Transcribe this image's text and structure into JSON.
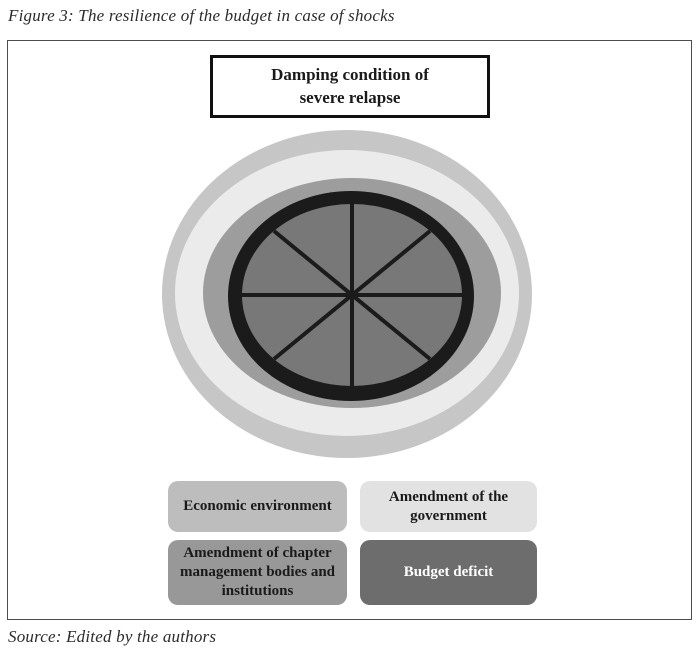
{
  "page": {
    "caption": "Figure 3: The resilience of the budget in case of shocks",
    "source_note": "Source: Edited by the authors"
  },
  "diagram": {
    "title_box_text": "Damping condition of\nsevere relapse",
    "wheel_segments": 8,
    "spoke_color": "#1b1b1b",
    "rings": [
      {
        "name": "Economic environment",
        "color": "#c6c6c6"
      },
      {
        "name": "Amendment of the government",
        "color": "#ebebeb"
      },
      {
        "name": "Amendment of chapter management bodies and institutions",
        "color": "#9d9d9d"
      },
      {
        "name": "Damping condition of severe relapse",
        "color": "#1b1b1b"
      },
      {
        "name": "Budget deficit",
        "color": "#787878"
      }
    ]
  },
  "legend": {
    "items": [
      {
        "label": "Economic environment",
        "bg": "#bdbdbd",
        "fg": "#1a1a1a"
      },
      {
        "label": "Amendment of the government",
        "bg": "#e2e2e2",
        "fg": "#1a1a1a"
      },
      {
        "label": "Amendment of chapter management bodies and institutions",
        "bg": "#989898",
        "fg": "#1a1a1a"
      },
      {
        "label": "Budget deficit",
        "bg": "#6d6d6d",
        "fg": "#ffffff"
      }
    ]
  }
}
